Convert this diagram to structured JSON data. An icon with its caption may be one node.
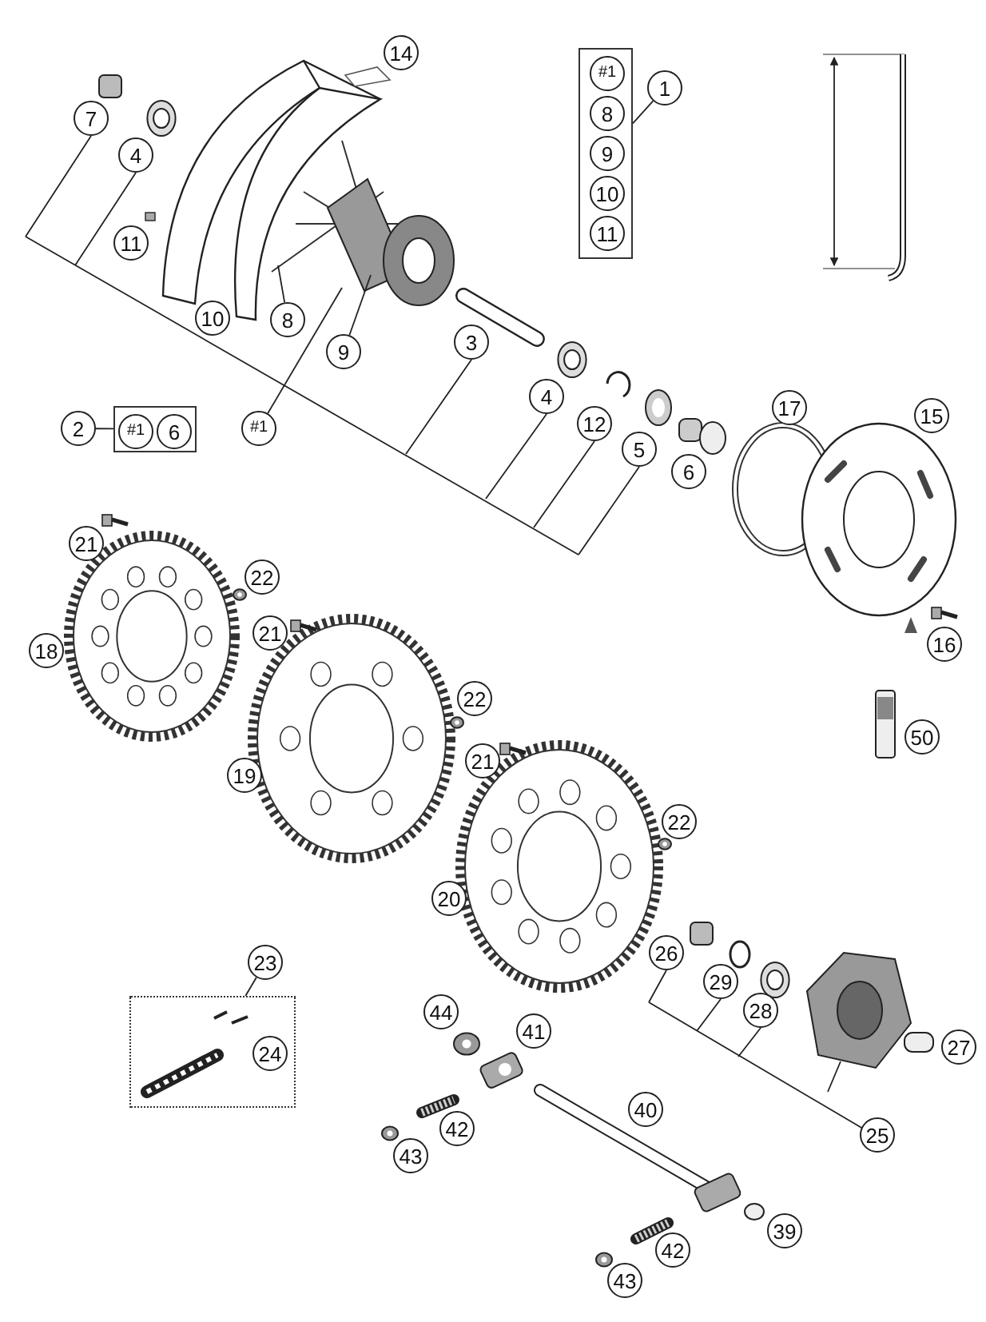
{
  "diagram": {
    "nodes": [
      {
        "text": [
          "14"
        ]
      },
      {
        "text": [],
        "shape": "box"
      },
      {
        "text": [
          "#1"
        ],
        "in": 1
      },
      {
        "text": [
          "8"
        ],
        "in": 1
      },
      {
        "text": [
          "9"
        ],
        "in": 1
      },
      {
        "text": [
          "10"
        ],
        "in": 1
      },
      {
        "text": [
          "11"
        ],
        "in": 1
      },
      {
        "text": [
          "1"
        ]
      },
      {
        "text": [
          "7"
        ]
      },
      {
        "text": [
          "4"
        ]
      },
      {
        "text": [
          "11"
        ]
      },
      {
        "text": [
          "10"
        ]
      },
      {
        "text": [
          "8"
        ]
      },
      {
        "text": [
          "9"
        ]
      },
      {
        "text": [
          "3"
        ]
      },
      {
        "text": [
          "#1"
        ]
      },
      {
        "text": [
          "2"
        ]
      },
      {
        "text": [],
        "shape": "box"
      },
      {
        "text": [
          "#1"
        ],
        "in": 17
      },
      {
        "text": [
          "6"
        ],
        "in": 17
      },
      {
        "text": [
          "4"
        ]
      },
      {
        "text": [
          "12"
        ]
      },
      {
        "text": [
          "5"
        ]
      },
      {
        "text": [
          "6"
        ]
      },
      {
        "text": [
          "17"
        ]
      },
      {
        "text": [
          "15"
        ]
      },
      {
        "text": [
          "21"
        ]
      },
      {
        "text": [
          "22"
        ]
      },
      {
        "text": [
          "18"
        ]
      },
      {
        "text": [
          "21"
        ]
      },
      {
        "text": [
          "22"
        ]
      },
      {
        "text": [
          "16"
        ]
      },
      {
        "text": [
          "19"
        ]
      },
      {
        "text": [
          "21"
        ]
      },
      {
        "text": [
          "50"
        ]
      },
      {
        "text": [
          "22"
        ]
      },
      {
        "text": [
          "20"
        ]
      },
      {
        "text": [
          "26"
        ]
      },
      {
        "text": [
          "23"
        ]
      },
      {
        "text": [],
        "shape": "box"
      },
      {
        "text": [
          "24"
        ],
        "in": 39
      },
      {
        "text": [
          "29"
        ]
      },
      {
        "text": [
          "44"
        ]
      },
      {
        "text": [
          "41"
        ]
      },
      {
        "text": [
          "28"
        ]
      },
      {
        "text": [
          "27"
        ]
      },
      {
        "text": [
          "40"
        ]
      },
      {
        "text": [
          "42"
        ]
      },
      {
        "text": [
          "25"
        ]
      },
      {
        "text": [
          "43"
        ]
      },
      {
        "text": [
          "39"
        ]
      },
      {
        "text": [
          "42"
        ]
      },
      {
        "text": [
          "43"
        ]
      }
    ],
    "edges": [
      {
        "from": 7,
        "to": 1,
        "arrow": "none"
      },
      {
        "from": 16,
        "to": 17,
        "arrow": "none"
      },
      {
        "from": 38,
        "to": 39,
        "arrow": "none"
      },
      {
        "from": 15,
        "to": null,
        "arrow": "none"
      },
      {
        "from": 12,
        "to": null,
        "arrow": "none"
      },
      {
        "from": 13,
        "to": null,
        "arrow": "none"
      }
    ]
  }
}
